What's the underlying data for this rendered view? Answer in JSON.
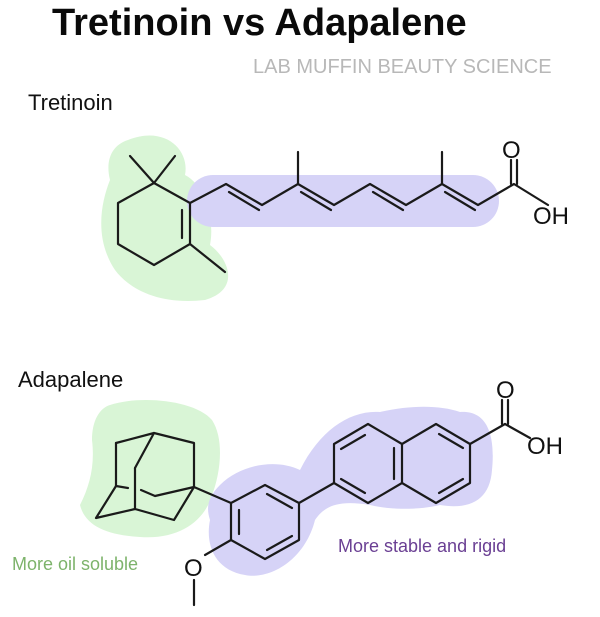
{
  "title": "Tretinoin vs Adapalene",
  "subtitle": "LAB MUFFIN BEAUTY SCIENCE",
  "molecules": [
    {
      "name": "Tretinoin",
      "atoms": {
        "carbonyl_o": "O",
        "hydroxyl": "OH"
      }
    },
    {
      "name": "Adapalene",
      "atoms": {
        "carbonyl_o": "O",
        "hydroxyl": "OH",
        "methoxy_o": "O"
      }
    }
  ],
  "annotations": {
    "green": {
      "text": "More oil soluble",
      "color": "#7db36b",
      "highlight": "#d9f5d6"
    },
    "purple": {
      "text": "More stable and rigid",
      "color": "#6a3f93",
      "highlight": "#d6d3f7"
    }
  }
}
